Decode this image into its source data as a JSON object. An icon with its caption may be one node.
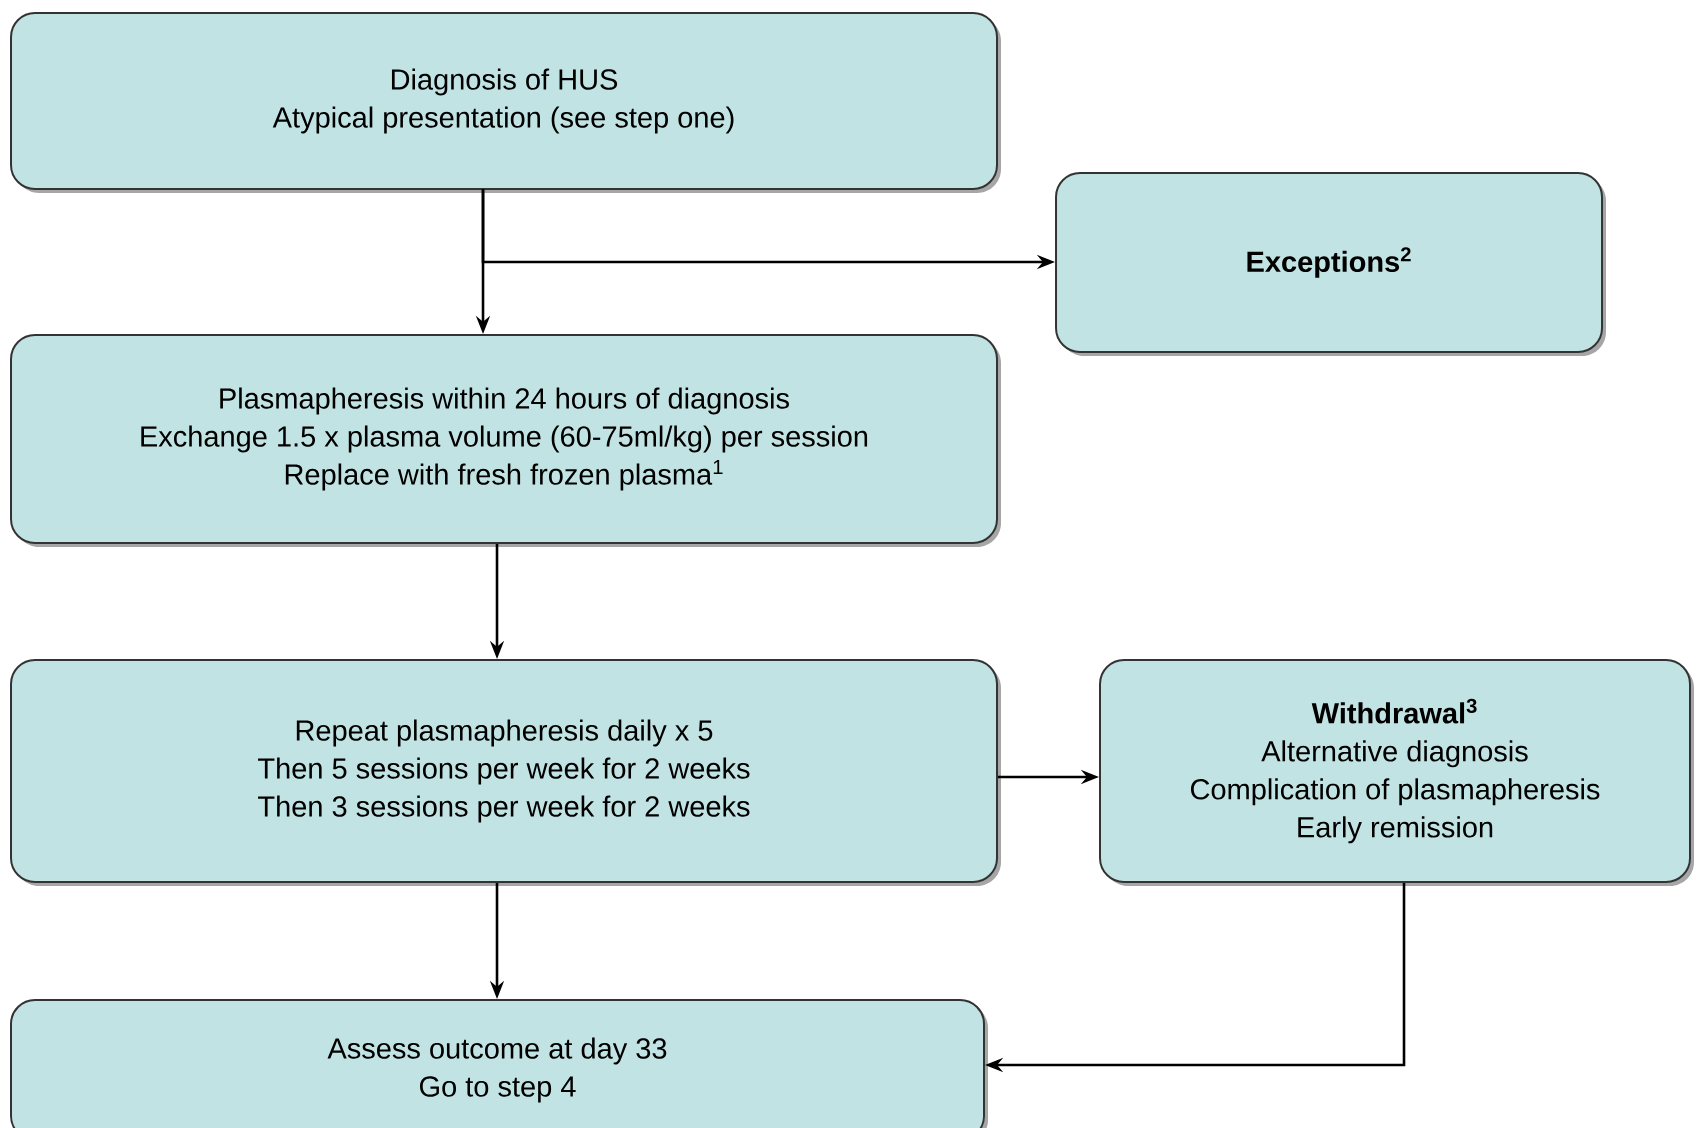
{
  "diagram": {
    "nodes": [
      {
        "text": [
          "Diagnosis of HUS",
          "Atypical presentation (see step one)"
        ]
      },
      {
        "text": [
          "Exceptions$^{2}$"
        ]
      },
      {
        "text": [
          "Plasmapheresis within 24 hours of diagnosis",
          "Exchange 1.5 x plasma volume (60-75ml/kg) per session",
          "Replace with fresh frozen plasma$^{1}$"
        ]
      },
      {
        "text": [
          "Repeat plasmapheresis daily x 5",
          "Then 5 sessions per week for 2 weeks",
          "Then 3 sessions per week for 2 weeks"
        ]
      },
      {
        "text": [
          "Withdrawal$^{3}$",
          "Alternative diagnosis",
          "Complication of plasmapheresis",
          "Early remission"
        ]
      },
      {
        "text": [
          "Assess outcome at day 33",
          "Go to step 4"
        ]
      }
    ],
    "edges": [
      {
        "from": 0,
        "to": 2,
        "arrow": "to"
      },
      {
        "from": 0,
        "to": 1,
        "arrow": "to"
      },
      {
        "from": 2,
        "to": 3,
        "arrow": "to"
      },
      {
        "from": 3,
        "to": 4,
        "arrow": "to"
      },
      {
        "from": 3,
        "to": 5,
        "arrow": "to"
      },
      {
        "from": 4,
        "to": 5,
        "arrow": "to"
      }
    ]
  }
}
